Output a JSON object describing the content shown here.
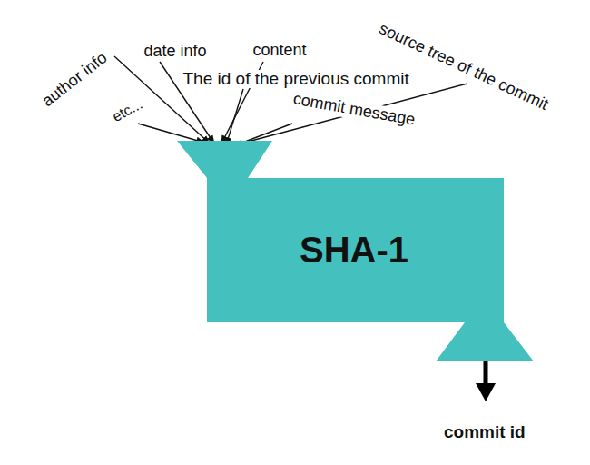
{
  "diagram": {
    "nodes": [
      {
        "text": [
          "SHA-1"
        ]
      }
    ],
    "labels": [
      "author info",
      "date info",
      "content",
      "source tree of the commit",
      "The id of the previous commit",
      "etc...",
      "commit message",
      "commit id"
    ]
  }
}
